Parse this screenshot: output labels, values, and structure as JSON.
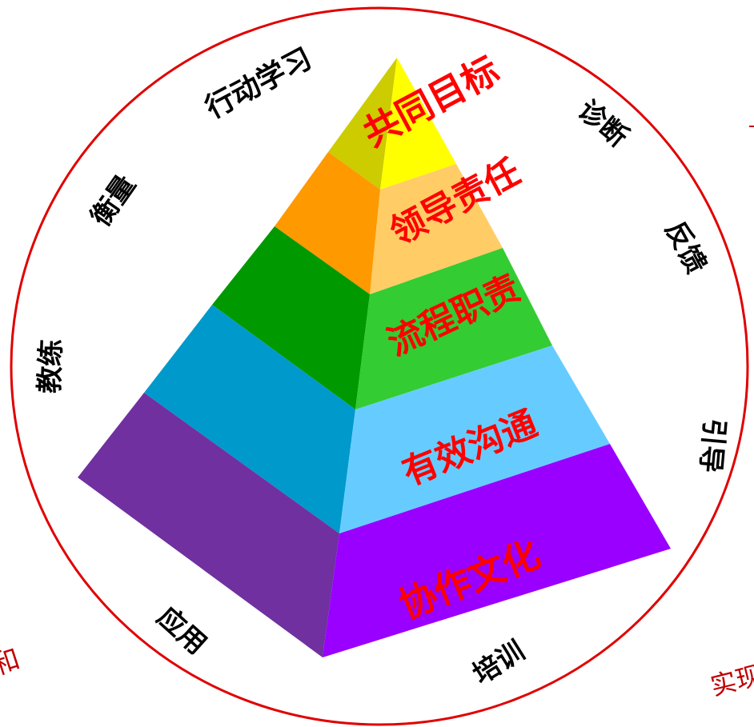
{
  "pyramid": {
    "layers": [
      {
        "label": "共同目标",
        "left_color": "#cccc00",
        "right_color": "#ffff00"
      },
      {
        "label": "领导责任",
        "left_color": "#ff9900",
        "right_color": "#ffcc66"
      },
      {
        "label": "流程职责",
        "left_color": "#009900",
        "right_color": "#33cc33"
      },
      {
        "label": "有效沟通",
        "left_color": "#0099cc",
        "right_color": "#66ccff"
      },
      {
        "label": "协作文化",
        "left_color": "#7030a0",
        "right_color": "#9900ff"
      }
    ]
  },
  "ring": {
    "color": "#e00000",
    "labels": [
      {
        "id": "action-learning",
        "text": "行动学习"
      },
      {
        "id": "diagnosis",
        "text": "诊断"
      },
      {
        "id": "feedback",
        "text": "反馈"
      },
      {
        "id": "guidance",
        "text": "引导"
      },
      {
        "id": "training",
        "text": "培训"
      },
      {
        "id": "application",
        "text": "应用"
      },
      {
        "id": "coaching",
        "text": "教练"
      },
      {
        "id": "measurement",
        "text": "衡量"
      }
    ]
  },
  "edge_text": {
    "left": "和",
    "right": "实现"
  }
}
